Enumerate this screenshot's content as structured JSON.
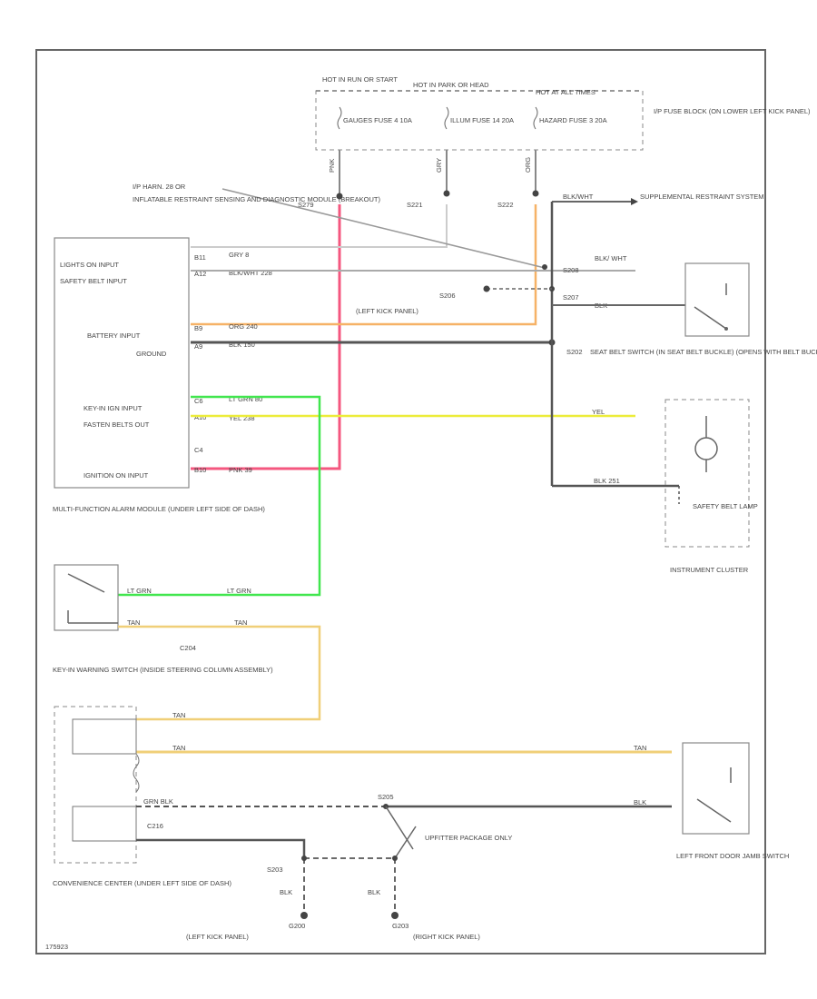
{
  "fuses": {
    "hot_in_run": "HOT IN RUN OR START",
    "hot_in_park": "HOT IN PARK OR HEAD",
    "hot_at_all": "HOT AT ALL TIMES",
    "gauges_fuse": "GAUGES FUSE 4 10A",
    "illum_fuse": "ILLUM FUSE 14 20A",
    "hazard_fuse": "HAZARD FUSE 3 20A",
    "block_label": "I/P FUSE BLOCK (ON LOWER LEFT KICK PANEL)"
  },
  "wires": {
    "pnk": "PNK",
    "gry": "GRY",
    "org": "ORG",
    "blk_wht": "BLK/WHT",
    "blk": "BLK",
    "gry_8": "GRY 8",
    "blk_wht_228": "BLK/WHT 228",
    "org_240": "ORG 240",
    "blk_150": "BLK 150",
    "lt_grn_80": "LT GRN 80",
    "yel_238": "YEL 238",
    "pnk_39": "PNK 39",
    "blk_wht_short": "BLK/ WHT",
    "blk_short": "BLK",
    "yel_ic": "YEL",
    "blk_251": "BLK 251",
    "lt_grn": "LT GRN",
    "tan": "TAN",
    "grn_blk": "GRN BLK",
    "blk_bottom": "BLK",
    "splice_labels": [
      "S279",
      "S221",
      "S222",
      "S208",
      "S207",
      "S205",
      "S202",
      "S203"
    ]
  },
  "labels": {
    "ip_harn": "I/P HARN. 28 OR",
    "airbag_module": "INFLATABLE RESTRAINT SENSING AND DIAGNOSTIC MODULE (BREAKOUT)",
    "left_kick_panel": "(LEFT KICK PANEL)",
    "s206": "S206",
    "supplemental": "SUPPLEMENTAL RESTRAINT SYSTEM",
    "seat_belt_switch": "SEAT BELT SWITCH (IN SEAT BELT BUCKLE) (OPENS WITH BELT BUCKLED)",
    "safety_belt_lamp": "SAFETY BELT LAMP",
    "instrument_cluster": "INSTRUMENT CLUSTER",
    "mfam": "MULTI-FUNCTION ALARM MODULE (UNDER LEFT SIDE OF DASH)",
    "key_in_switch": "KEY-IN WARNING SWITCH (INSIDE STEERING COLUMN ASSEMBLY)",
    "c204": "C204",
    "convenience_center": "CONVENIENCE CENTER (UNDER LEFT SIDE OF DASH)",
    "c216": "C216",
    "left_door_switch": "LEFT FRONT DOOR JAMB SWITCH",
    "uplevel": "UPFITTER PACKAGE ONLY",
    "g200": "G200",
    "g203": "G203",
    "left_kick_bottom": "(LEFT KICK PANEL)",
    "right_kick_bottom": "(RIGHT KICK PANEL)",
    "fig_id": "175923"
  },
  "mfam_terminals": {
    "lights_on": "LIGHTS ON INPUT",
    "safety_belt": "SAFETY BELT INPUT",
    "battery": "BATTERY INPUT",
    "ground": "GROUND",
    "key_in": "KEY-IN IGN INPUT",
    "fasten_belts": "FASTEN BELTS OUT",
    "ignition": "IGNITION ON INPUT",
    "pins": [
      "B11",
      "A12",
      "B9",
      "A9",
      "C6",
      "A10",
      "C4",
      "B10"
    ]
  },
  "colors": {
    "pink": "#f4577f",
    "orange": "#f6b267",
    "green": "#41e64e",
    "yellow": "#ecec3a",
    "tan": "#f0cf78",
    "line": "#555555",
    "faint": "#888888"
  }
}
